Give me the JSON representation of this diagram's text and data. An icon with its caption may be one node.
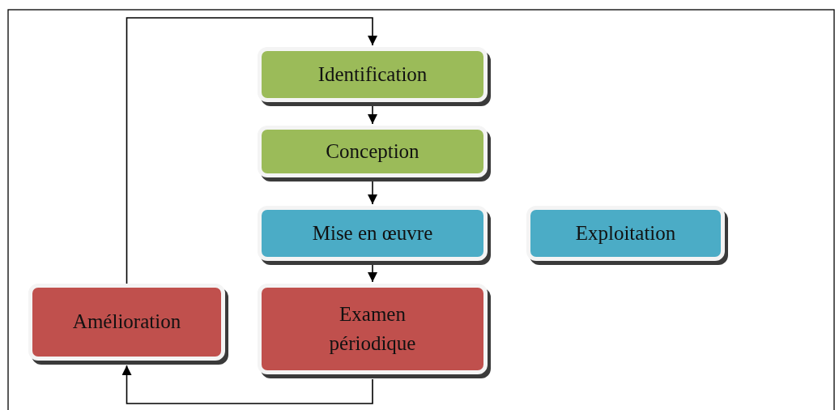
{
  "diagram": {
    "nodes": [
      {
        "text": [
          "Identification"
        ]
      },
      {
        "text": [
          "Conception"
        ]
      },
      {
        "text": [
          "Mise en œuvre"
        ]
      },
      {
        "text": [
          "Exploitation"
        ]
      },
      {
        "text": [
          "Amélioration"
        ]
      },
      {
        "text": [
          "Examen périodique"
        ]
      }
    ],
    "edges": [
      {
        "from": 0,
        "to": 1,
        "arrow": "to"
      },
      {
        "from": 1,
        "to": 2,
        "arrow": "to"
      },
      {
        "from": 2,
        "to": 5,
        "arrow": "to"
      },
      {
        "from": 5,
        "to": 4,
        "arrow": "to"
      },
      {
        "from": 4,
        "to": 0,
        "arrow": "to"
      }
    ]
  }
}
